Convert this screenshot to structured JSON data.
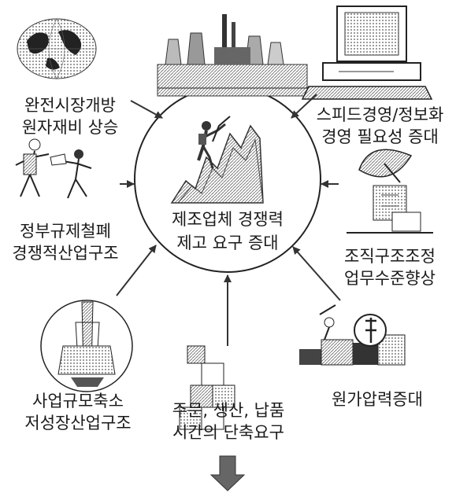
{
  "center": {
    "line1": "제조업체 경쟁력",
    "line2": "제고 요구 증대"
  },
  "factors": {
    "top_left": {
      "line1": "완전시장개방",
      "line2": "원자재비 상승"
    },
    "top_right": {
      "line1": "스피드경영/정보화",
      "line2": "경영 필요성 증대"
    },
    "mid_left": {
      "line1": "정부규제철폐",
      "line2": "경쟁적산업구조"
    },
    "mid_right": {
      "line1": "조직구조조정",
      "line2": "업무수준향상"
    },
    "bottom_left": {
      "line1": "사업규모축소",
      "line2": "저성장산업구조"
    },
    "bottom_center": {
      "line1": "주문, 생산, 납품",
      "line2": "시간의 단축요구"
    },
    "bottom_right": {
      "line1": "원가압력증대"
    }
  },
  "icons": {
    "globe": "globe-icon",
    "factory": "factory-icon",
    "computer": "computer-icon",
    "business_people": "business-people-icon",
    "satellite_dish": "satellite-dish-icon",
    "skyscraper": "skyscraper-icon",
    "blocks": "blocks-icon",
    "money_figure": "money-figure-icon",
    "climber": "mountain-climber-icon",
    "down_arrow": "down-arrow-icon"
  }
}
